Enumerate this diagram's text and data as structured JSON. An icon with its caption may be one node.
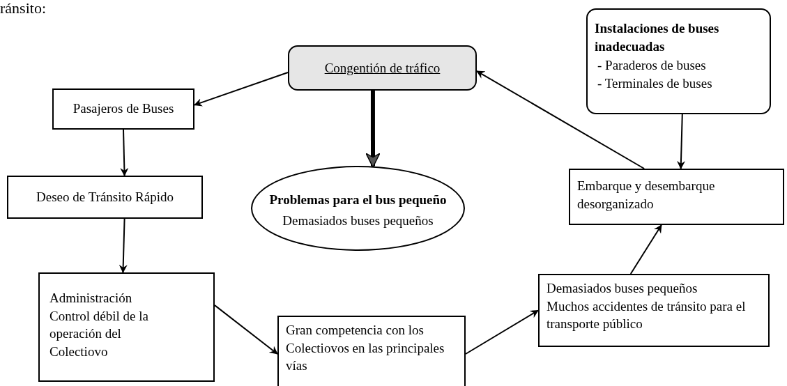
{
  "diagram": {
    "nodes": [
      {
        "text": [
          "Congentión de tráfico"
        ]
      },
      {
        "text": [
          "Pasajeros de Buses"
        ]
      },
      {
        "text": [
          "Deseo de Tránsito Rápido"
        ]
      },
      {
        "text": [
          "Problemas para el bus pequeño",
          "Demasiados buses pequeños"
        ]
      },
      {
        "text": [
          "Instalaciones de buses inadecuadas",
          "- Paraderos de buses",
          "- Terminales de buses"
        ]
      },
      {
        "text": [
          "Embarque y desembarque desorganizado"
        ]
      },
      {
        "text": [
          "Administración",
          "Control débil de la operación del Colectiovo"
        ]
      },
      {
        "text": [
          "Gran competencia con los Colectiovos en las principales vías"
        ]
      },
      {
        "text": [
          "Demasiados buses pequeños",
          "Muchos accidentes de tránsito para el transporte público"
        ]
      }
    ],
    "edges": [
      {
        "from": 0,
        "to": 1,
        "arrow": "to"
      },
      {
        "from": 0,
        "to": 3,
        "arrow": "to",
        "style": "thick"
      },
      {
        "from": 1,
        "to": 2,
        "arrow": "to"
      },
      {
        "from": 2,
        "to": 6,
        "arrow": "to"
      },
      {
        "from": 6,
        "to": 7,
        "arrow": "to"
      },
      {
        "from": 7,
        "to": 8,
        "arrow": "to"
      },
      {
        "from": 8,
        "to": 5,
        "arrow": "to"
      },
      {
        "from": 4,
        "to": 5,
        "arrow": "to"
      },
      {
        "from": 5,
        "to": 0,
        "arrow": "to"
      }
    ],
    "labels": [
      "ránsito:"
    ]
  }
}
